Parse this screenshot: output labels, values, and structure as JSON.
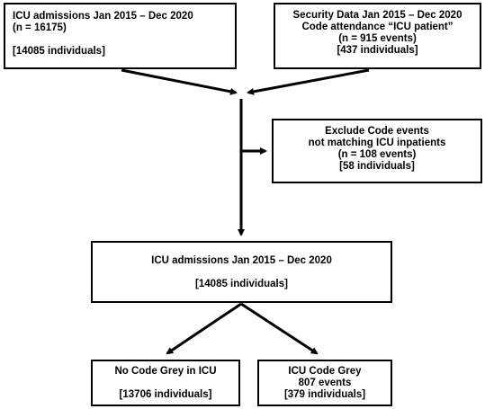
{
  "boxes": {
    "admissions_top": {
      "line1": "ICU admissions Jan 2015 – Dec 2020",
      "line2": "(n = 16175)",
      "line3": "[14085 individuals]"
    },
    "security": {
      "line1": "Security Data Jan 2015 – Dec 2020",
      "line2": "Code attendance “ICU patient”",
      "line3": "(n = 915 events)",
      "line4": "[437 individuals]"
    },
    "exclude": {
      "line1": "Exclude Code events",
      "line2": "not matching ICU inpatients",
      "line3": "(n = 108 events)",
      "line4": "[58 individuals]"
    },
    "admissions_mid": {
      "line1": "ICU admissions Jan 2015 – Dec 2020",
      "line2": "[14085 individuals]"
    },
    "no_code_grey": {
      "line1": "No Code Grey in ICU",
      "line2": "[13706 individuals]"
    },
    "code_grey": {
      "line1": "ICU Code Grey",
      "line2": "807 events",
      "line3": "[379 individuals]"
    }
  }
}
